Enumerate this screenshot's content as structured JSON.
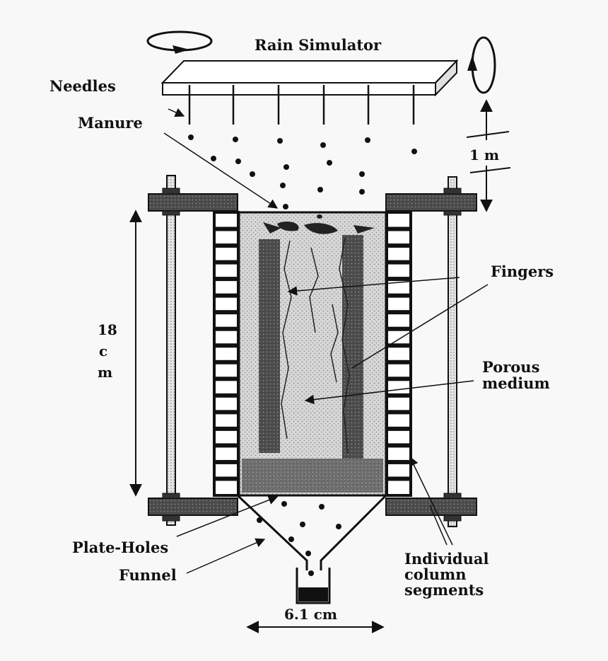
{
  "labels": {
    "rain_simulator": "Rain Simulator",
    "needles": "Needles",
    "manure": "Manure",
    "drop_height": "1 m",
    "fingers": "Fingers",
    "porous_medium_line1": "Porous",
    "porous_medium_line2": "medium",
    "height_line1": "18",
    "height_line2": "c",
    "height_line3": "m",
    "plate_holes": "Plate-Holes",
    "funnel": "Funnel",
    "segments_line1": "Individual",
    "segments_line2": "column",
    "segments_line3": "segments",
    "width": "6.1 cm"
  },
  "colors": {
    "ink": "#111111",
    "column_fill": "#cfcfcf",
    "core_fill": "#555555",
    "plate_fill": "#555555",
    "paper": "#f8f8f8"
  }
}
